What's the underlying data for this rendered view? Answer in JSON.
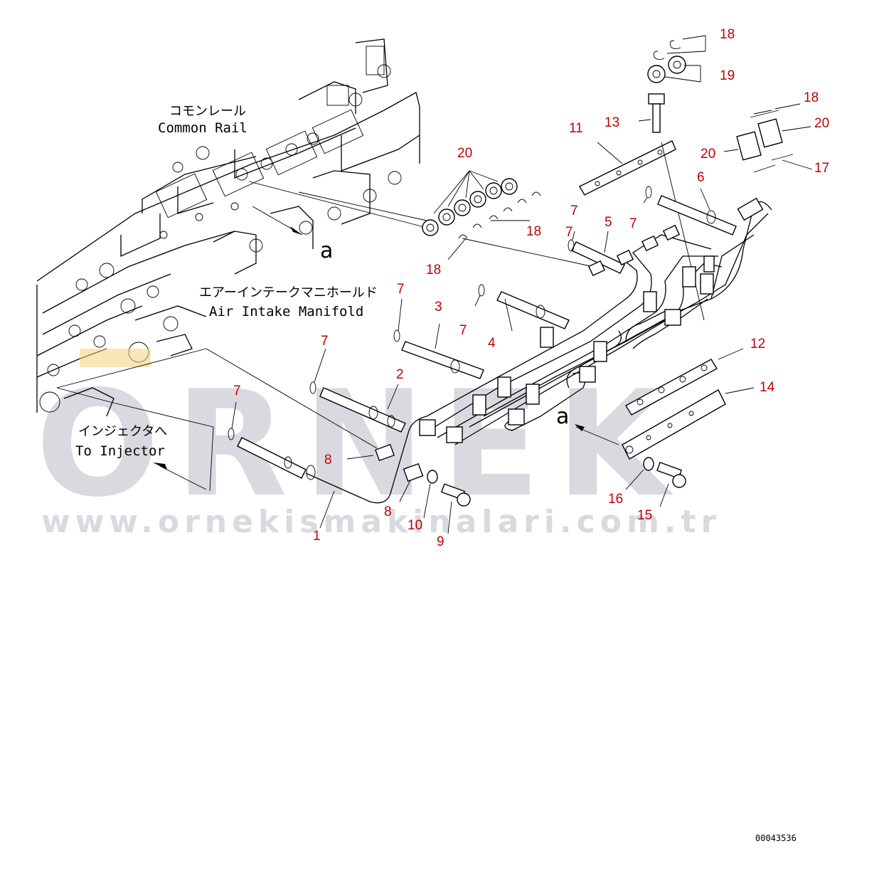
{
  "labels": {
    "common_rail_jp": "コモンレール",
    "common_rail_en": "Common Rail",
    "air_intake_jp": "エアーインテークマニホールド",
    "air_intake_en": "Air Intake Manifold",
    "injector_jp": "インジェクタへ",
    "injector_en": "To Injector",
    "view_ref_1": "a",
    "view_ref_2": "a"
  },
  "callouts": [
    "18",
    "19",
    "18",
    "20",
    "20",
    "17",
    "20",
    "13",
    "11",
    "6",
    "7",
    "7",
    "5",
    "7",
    "18",
    "18",
    "7",
    "3",
    "7",
    "4",
    "7",
    "12",
    "2",
    "14",
    "7",
    "8",
    "8",
    "10",
    "9",
    "1",
    "16",
    "15"
  ],
  "watermark": {
    "brand": "ORNEK",
    "url": "www.ornekismakinalari.com.tr"
  },
  "drawing_code": "00043536",
  "colors": {
    "callout": "#c00000",
    "watermark": "#d9d9df",
    "highlight": "#f2d27a"
  }
}
